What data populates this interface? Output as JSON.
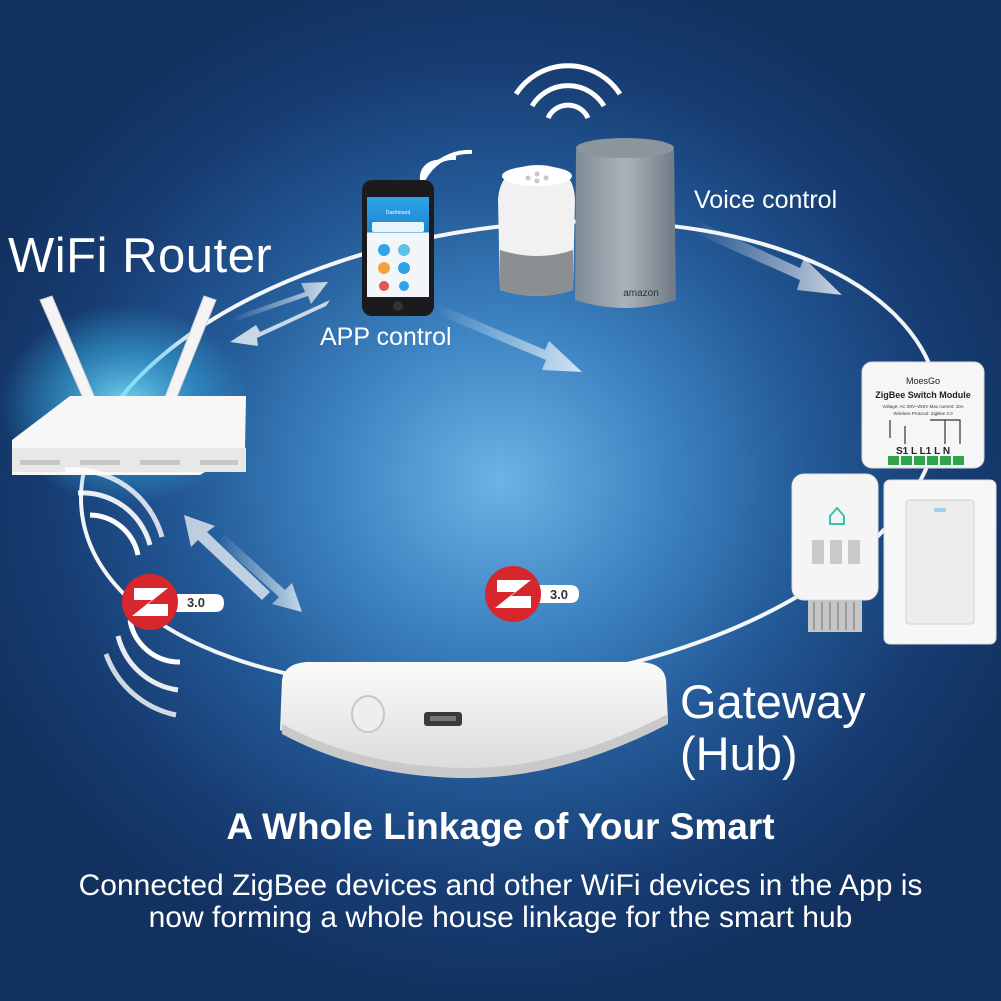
{
  "labels": {
    "wifi_router": "WiFi Router",
    "app_control": "APP control",
    "voice_control": "Voice control",
    "gateway_line1": "Gateway",
    "gateway_line2": "(Hub)"
  },
  "zigbee_badges": [
    {
      "version": "3.0"
    },
    {
      "version": "3.0"
    }
  ],
  "switch_module": {
    "brand": "MoesGo",
    "title": "ZigBee Switch Module",
    "spec_line1": "Voltage: AC 90V~250V   Max current: 10A",
    "spec_line2": "Wireless Protocol: ZigBee 3.0",
    "terminals": "S1 L  L1  L   N"
  },
  "speaker_brand": "amazon",
  "phone_screen_title": "Dashboard",
  "headline": "A Whole Linkage of Your Smart",
  "description": "Connected ZigBee devices and other WiFi devices in the App is now forming a whole house linkage for the smart hub",
  "colors": {
    "background_center": "#6db3e4",
    "background_edge": "#12315f",
    "ring": "#ffffff",
    "zigbee_red": "#d7262c"
  }
}
